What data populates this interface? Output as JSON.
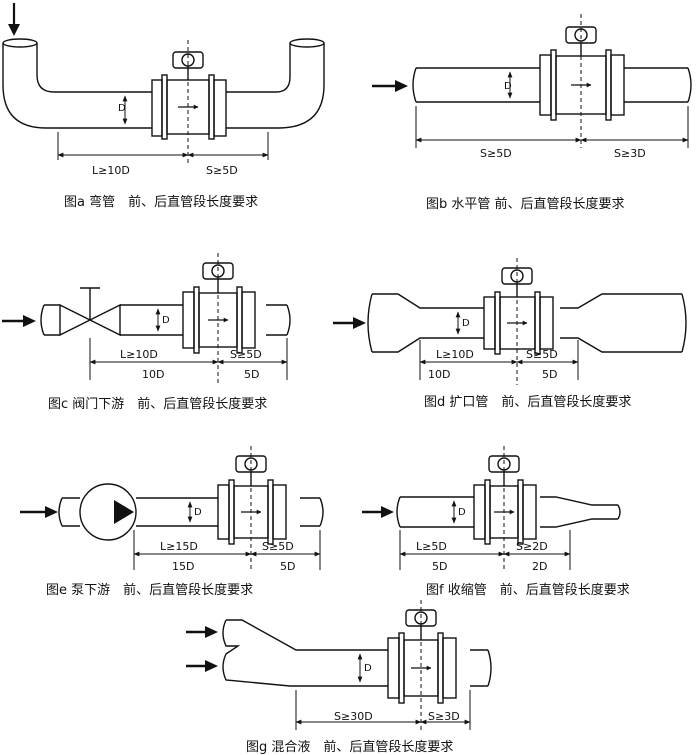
{
  "diagrams": {
    "a": {
      "caption": "图a 弯管　前、后直管段长度要求",
      "pipe_label": "D",
      "upstream_label": "L≥10D",
      "downstream_label": "S≥5D"
    },
    "b": {
      "caption": "图b 水平管 前、后直管段长度要求",
      "pipe_label": "D",
      "upstream_label": "S≥5D",
      "downstream_label": "S≥3D"
    },
    "c": {
      "caption": "图c 阀门下游　前、后直管段长度要求",
      "pipe_label": "D",
      "upstream_label": "L≥10D",
      "downstream_label": "S≥5D",
      "upstream_value": "10D",
      "downstream_value": "5D"
    },
    "d": {
      "caption": "图d 扩口管　前、后直管段长度要求",
      "pipe_label": "D",
      "upstream_label": "L≥10D",
      "downstream_label": "S≥5D",
      "upstream_value": "10D",
      "downstream_value": "5D"
    },
    "e": {
      "caption": "图e 泵下游　前、后直管段长度要求",
      "pipe_label": "D",
      "upstream_label": "L≥15D",
      "downstream_label": "S≥5D",
      "upstream_value": "15D",
      "downstream_value": "5D"
    },
    "f": {
      "caption": "图f 收缩管　前、后直管段长度要求",
      "pipe_label": "D",
      "upstream_label": "L≥5D",
      "downstream_label": "S≥2D",
      "upstream_value": "5D",
      "downstream_value": "2D"
    },
    "g": {
      "caption": "图g 混合液　前、后直管段长度要求",
      "pipe_label": "D",
      "upstream_label": "S≥30D",
      "downstream_label": "S≥3D"
    }
  },
  "colors": {
    "line": "#111111",
    "background": "#ffffff"
  }
}
